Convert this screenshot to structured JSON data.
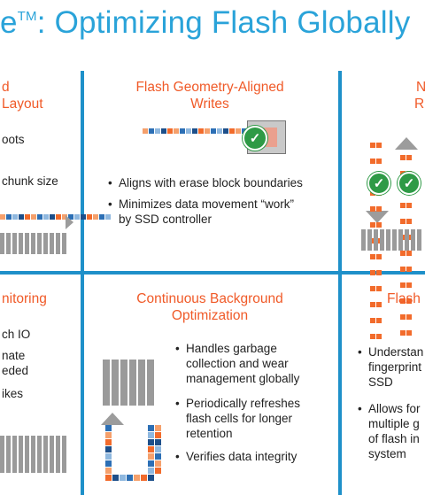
{
  "slide": {
    "title_prefix": "e",
    "title_tm": "TM",
    "title_colon": ":",
    "title_main": " Optimizing Flash Globally"
  },
  "panels": {
    "top_left": {
      "heading_line1": "d",
      "heading_line2": "Layout",
      "text1": "oots",
      "text2": "chunk size"
    },
    "top_middle": {
      "heading_line1": "Flash Geometry-Aligned",
      "heading_line2": "Writes",
      "bullets": [
        "Aligns with erase block boundaries",
        "Minimizes data movement “work”",
        "by SSD controller"
      ]
    },
    "top_right": {
      "heading_line1": "N",
      "heading_line2": "R"
    },
    "bottom_left": {
      "heading": "nitoring",
      "lines": [
        "ch IO",
        "nate",
        "eded",
        "ikes"
      ]
    },
    "bottom_middle": {
      "heading_line1": "Continuous Background",
      "heading_line2": "Optimization",
      "bullets": [
        [
          "Handles garbage",
          "collection and wear",
          "management globally"
        ],
        [
          "Periodically refreshes",
          "flash cells for longer",
          "retention"
        ],
        [
          "Verifies data integrity"
        ]
      ]
    },
    "bottom_right": {
      "heading": "Flash",
      "bullets": [
        [
          "Understan",
          "fingerprint",
          "SSD"
        ],
        [
          "Allows for",
          "multiple g",
          "of flash in",
          "system"
        ]
      ]
    }
  },
  "colors": {
    "accent_blue": "#2aa3d9",
    "heading_orange": "#f05a28",
    "divider_blue": "#1e90c9",
    "check_green": "#2e9a46"
  },
  "icons": {
    "check": "✓",
    "bullet": "•"
  }
}
